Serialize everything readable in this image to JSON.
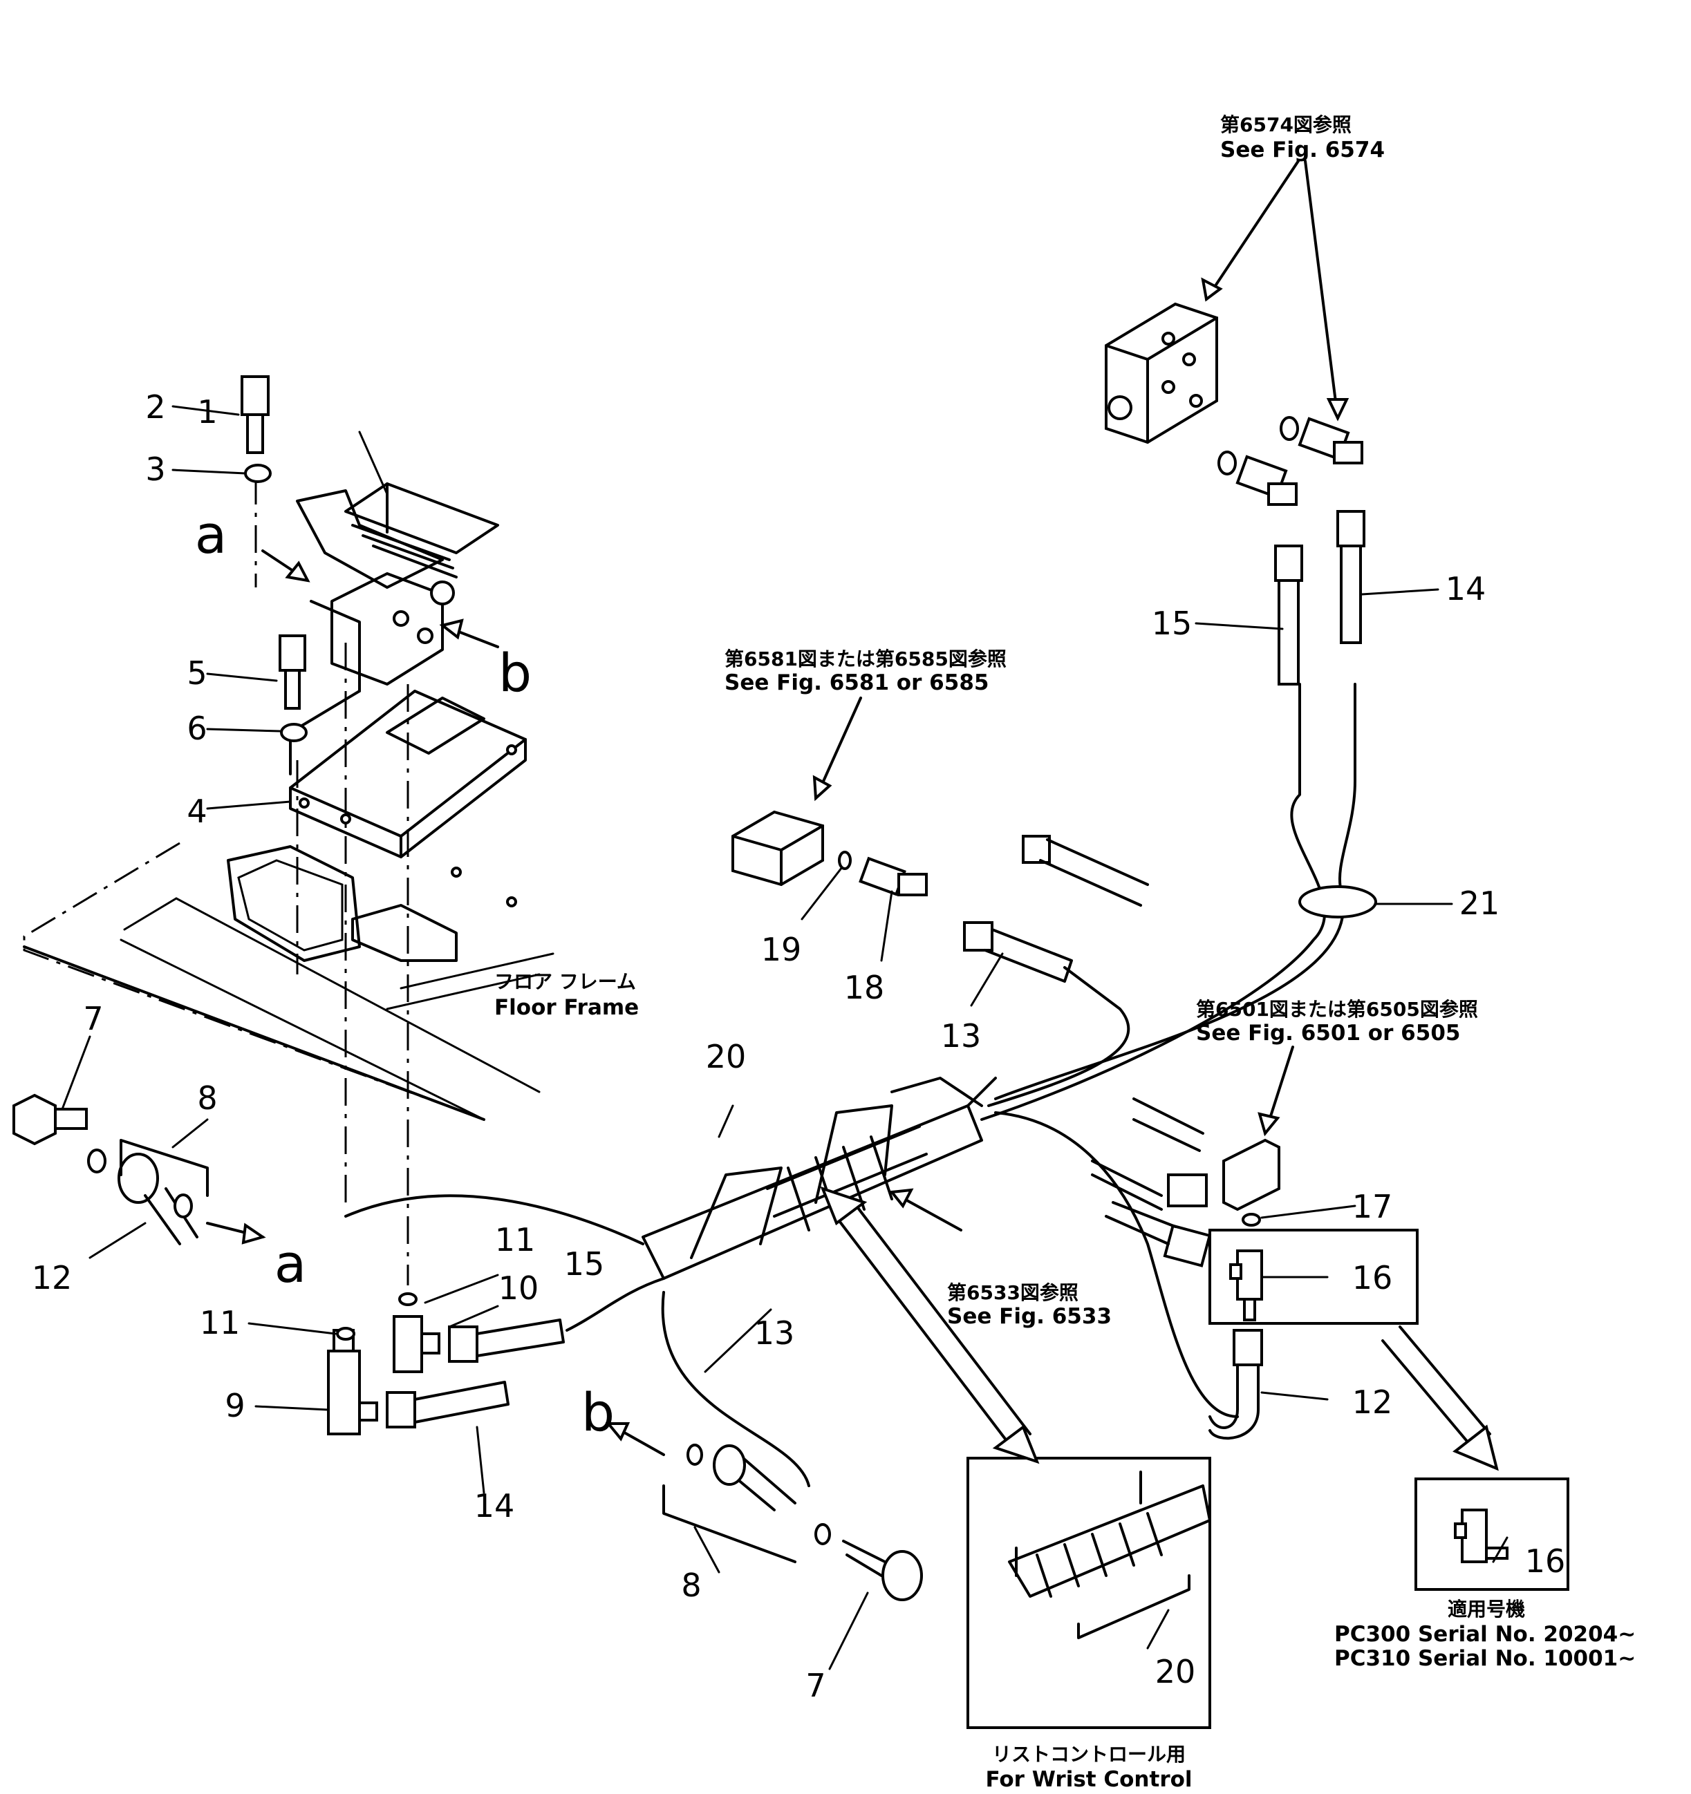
{
  "callouts": [
    {
      "id": "c1",
      "text": "1"
    },
    {
      "id": "c2",
      "text": "2"
    },
    {
      "id": "c3",
      "text": "3"
    },
    {
      "id": "c4",
      "text": "4"
    },
    {
      "id": "c5",
      "text": "5"
    },
    {
      "id": "c6",
      "text": "6"
    },
    {
      "id": "c7a",
      "text": "7"
    },
    {
      "id": "c8a",
      "text": "8"
    },
    {
      "id": "c12a",
      "text": "12"
    },
    {
      "id": "c11a",
      "text": "11"
    },
    {
      "id": "c11b",
      "text": "11"
    },
    {
      "id": "c10",
      "text": "10"
    },
    {
      "id": "c15a",
      "text": "15"
    },
    {
      "id": "c9",
      "text": "9"
    },
    {
      "id": "c14a",
      "text": "14"
    },
    {
      "id": "c13a",
      "text": "13"
    },
    {
      "id": "c8b",
      "text": "8"
    },
    {
      "id": "c7b",
      "text": "7"
    },
    {
      "id": "c20a",
      "text": "20"
    },
    {
      "id": "c19",
      "text": "19"
    },
    {
      "id": "c18",
      "text": "18"
    },
    {
      "id": "c13b",
      "text": "13"
    },
    {
      "id": "c15b",
      "text": "15"
    },
    {
      "id": "c14b",
      "text": "14"
    },
    {
      "id": "c21",
      "text": "21"
    },
    {
      "id": "c17",
      "text": "17"
    },
    {
      "id": "c16a",
      "text": "16"
    },
    {
      "id": "c12b",
      "text": "12"
    },
    {
      "id": "c16b",
      "text": "16"
    },
    {
      "id": "c20b",
      "text": "20"
    }
  ],
  "view_markers": {
    "a_top": "a",
    "b_top": "b",
    "a_bottom": "a",
    "b_bottom": "b"
  },
  "references": {
    "fig6574_jp": "第6574図参照",
    "fig6574_en": "See  Fig.  6574",
    "fig6581_jp": "第6581図または第6585図参照",
    "fig6581_en": "See  Fig.  6581   or   6585",
    "fig6501_jp": "第6501図または第6505図参照",
    "fig6501_en": "See  Fig.  6501   or   6505",
    "fig6533_jp": "第6533図参照",
    "fig6533_en": "See  Fig.  6533"
  },
  "labels": {
    "floor_frame_jp": "フロア  フレーム",
    "floor_frame_en": "Floor Frame",
    "wrist_control_jp": "リストコントロール用",
    "wrist_control_en": "For  Wrist  Control",
    "applicable_jp": "適用号機",
    "serial_pc300": "PC300   Serial   No.  20204~",
    "serial_pc310": "PC310   Serial   No.  10001~"
  }
}
